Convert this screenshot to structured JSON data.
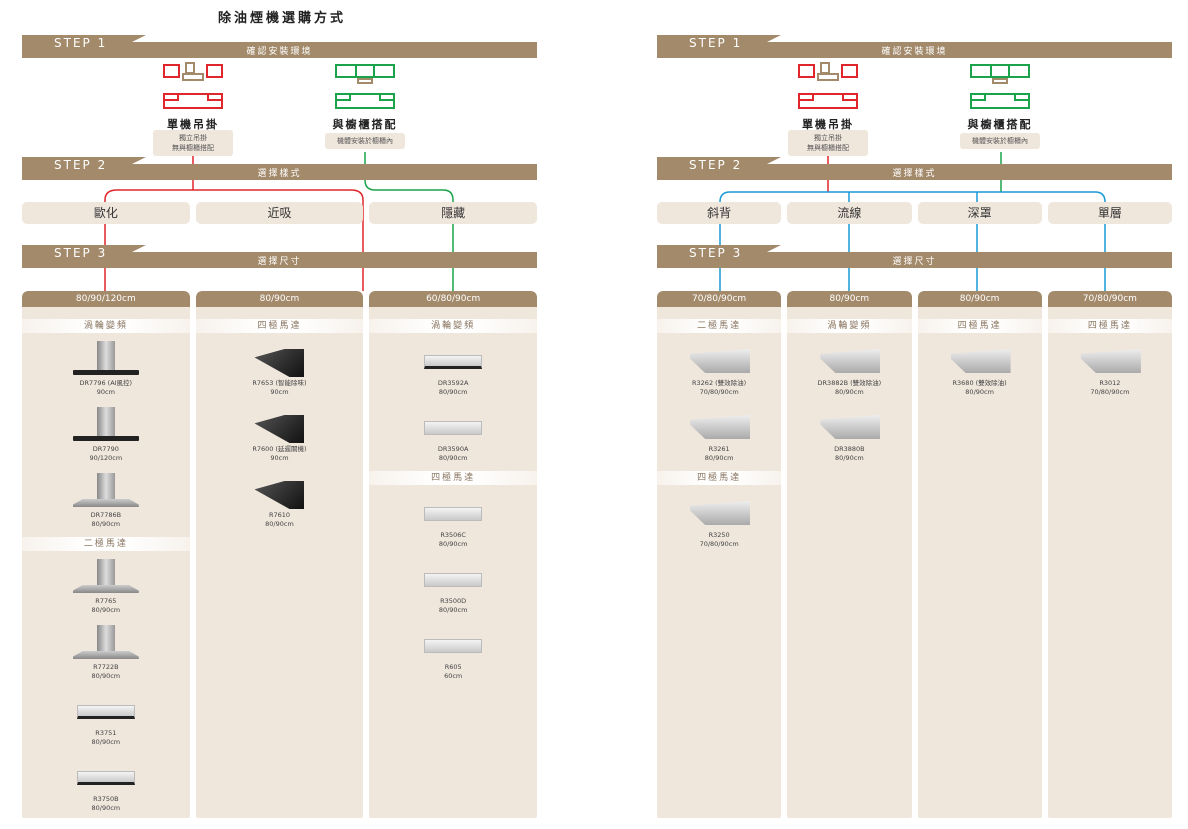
{
  "title": "除油煙機選購方式",
  "panels": [
    {
      "steps": [
        {
          "step": "STEP 1",
          "sub": "確認安裝環境"
        },
        {
          "step": "STEP 2",
          "sub": "選擇樣式"
        },
        {
          "step": "STEP 3",
          "sub": "選擇尺寸"
        }
      ],
      "choices": [
        {
          "label": "單機吊掛",
          "desc": [
            "獨立吊掛",
            "無與櫥櫃搭配"
          ],
          "color": "#e0262b"
        },
        {
          "label": "與櫥櫃搭配",
          "desc": [
            "機體安裝於櫥櫃內"
          ],
          "color": "#1aa34a"
        }
      ],
      "styles": [
        "歐化",
        "近吸",
        "隱藏"
      ],
      "columns": [
        {
          "size": "80/90/120cm",
          "groups": [
            {
              "motor": "渦輪變頻",
              "items": [
                {
                  "model": "DR7796 (AI風控)",
                  "size": "90cm",
                  "type": "chim-b"
                },
                {
                  "model": "DR7790",
                  "size": "90/120cm",
                  "type": "chim-b"
                },
                {
                  "model": "DR7786B",
                  "size": "80/90cm",
                  "type": "chim-s"
                }
              ]
            },
            {
              "motor": "二極馬達",
              "items": [
                {
                  "model": "R7765",
                  "size": "80/90cm",
                  "type": "chim-s"
                },
                {
                  "model": "R7722B",
                  "size": "80/90cm",
                  "type": "chim-s"
                },
                {
                  "model": "R3751",
                  "size": "80/90cm",
                  "type": "flat-d"
                },
                {
                  "model": "R3750B",
                  "size": "80/90cm",
                  "type": "flat-d"
                }
              ]
            }
          ]
        },
        {
          "size": "80/90cm",
          "groups": [
            {
              "motor": "四極馬達",
              "items": [
                {
                  "model": "R7653 (智能除味)",
                  "size": "90cm",
                  "type": "slant"
                },
                {
                  "model": "R7600 (延遲關機)",
                  "size": "90cm",
                  "type": "slant"
                },
                {
                  "model": "R7610",
                  "size": "80/90cm",
                  "type": "slant"
                }
              ]
            }
          ]
        },
        {
          "size": "60/80/90cm",
          "groups": [
            {
              "motor": "渦輪變頻",
              "items": [
                {
                  "model": "DR3592A",
                  "size": "80/90cm",
                  "type": "flat-d"
                },
                {
                  "model": "DR3590A",
                  "size": "80/90cm",
                  "type": "flat"
                }
              ]
            },
            {
              "motor": "四極馬達",
              "items": [
                {
                  "model": "R3506C",
                  "size": "80/90cm",
                  "type": "flat"
                },
                {
                  "model": "R3500D",
                  "size": "80/90cm",
                  "type": "flat"
                },
                {
                  "model": "R605",
                  "size": "60cm",
                  "type": "flat"
                }
              ]
            }
          ]
        }
      ]
    },
    {
      "steps": [
        {
          "step": "STEP 1",
          "sub": "確認安裝環境"
        },
        {
          "step": "STEP 2",
          "sub": "選擇樣式"
        },
        {
          "step": "STEP 3",
          "sub": "選擇尺寸"
        }
      ],
      "choices": [
        {
          "label": "單機吊掛",
          "desc": [
            "獨立吊掛",
            "無與櫥櫃搭配"
          ],
          "color": "#e0262b"
        },
        {
          "label": "與櫥櫃搭配",
          "desc": [
            "機體安裝於櫥櫃內"
          ],
          "color": "#1aa34a"
        }
      ],
      "styles": [
        "斜背",
        "流線",
        "深罩",
        "單層"
      ],
      "columns": [
        {
          "size": "70/80/90cm",
          "groups": [
            {
              "motor": "二極馬達",
              "items": [
                {
                  "model": "R3262 (雙效除油)",
                  "size": "70/80/90cm",
                  "type": "deep"
                },
                {
                  "model": "R3261",
                  "size": "80/90cm",
                  "type": "deep"
                }
              ]
            },
            {
              "motor": "四極馬達",
              "items": [
                {
                  "model": "R3250",
                  "size": "70/80/90cm",
                  "type": "deep"
                }
              ]
            }
          ]
        },
        {
          "size": "80/90cm",
          "groups": [
            {
              "motor": "渦輪變頻",
              "items": [
                {
                  "model": "DR3882B (雙效除油)",
                  "size": "80/90cm",
                  "type": "deep"
                },
                {
                  "model": "DR3880B",
                  "size": "80/90cm",
                  "type": "deep"
                }
              ]
            }
          ]
        },
        {
          "size": "80/90cm",
          "groups": [
            {
              "motor": "四極馬達",
              "items": [
                {
                  "model": "R3680 (雙效除油)",
                  "size": "80/90cm",
                  "type": "deep"
                }
              ]
            }
          ]
        },
        {
          "size": "70/80/90cm",
          "groups": [
            {
              "motor": "四極馬達",
              "items": [
                {
                  "model": "R3012",
                  "size": "70/80/90cm",
                  "type": "deep"
                }
              ]
            }
          ]
        }
      ]
    }
  ],
  "colors": {
    "brown": "#a38a6b",
    "red": "#e0262b",
    "green": "#1aa34a",
    "blue": "#1a9ad6"
  }
}
